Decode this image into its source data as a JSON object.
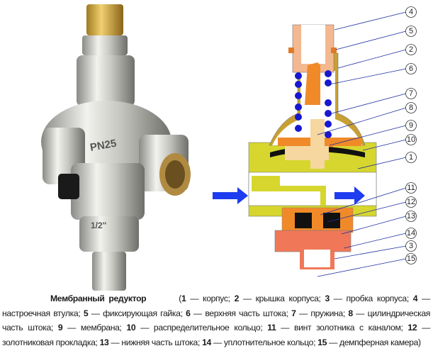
{
  "photo": {
    "marking_pressure": "PN25",
    "marking_size": "1/2\""
  },
  "diagram": {
    "callouts": [
      "4",
      "5",
      "2",
      "6",
      "7",
      "8",
      "9",
      "10",
      "1",
      "11",
      "12",
      "13",
      "14",
      "3",
      "15"
    ]
  },
  "caption": {
    "title": "Мембранный редуктор",
    "open": "(",
    "close": ")",
    "parts": [
      {
        "num": "1",
        "name": "корпус"
      },
      {
        "num": "2",
        "name": "крышка корпуса"
      },
      {
        "num": "3",
        "name": "пробка корпуса"
      },
      {
        "num": "4",
        "name": "настроечная втулка"
      },
      {
        "num": "5",
        "name": "фиксирующая гайка"
      },
      {
        "num": "6",
        "name": "верхняя часть штока"
      },
      {
        "num": "7",
        "name": "пружина"
      },
      {
        "num": "8",
        "name": "цилиндрическая часть штока"
      },
      {
        "num": "9",
        "name": "мембрана"
      },
      {
        "num": "10",
        "name": "распределительное кольцо"
      },
      {
        "num": "11",
        "name": "винт золотника с каналом"
      },
      {
        "num": "12",
        "name": "золотниковая прокладка"
      },
      {
        "num": "13",
        "name": "нижняя часть штока"
      },
      {
        "num": "14",
        "name": "уплотнительное кольцо"
      },
      {
        "num": "15",
        "name": "демпферная камера"
      }
    ]
  },
  "colors": {
    "body": "#d6d62e",
    "cap": "#c8a032",
    "nut": "#f4b890",
    "stem": "#f08a28",
    "plug": "#f07858",
    "spring": "#1818d0",
    "arrow": "#1e3cf0"
  }
}
